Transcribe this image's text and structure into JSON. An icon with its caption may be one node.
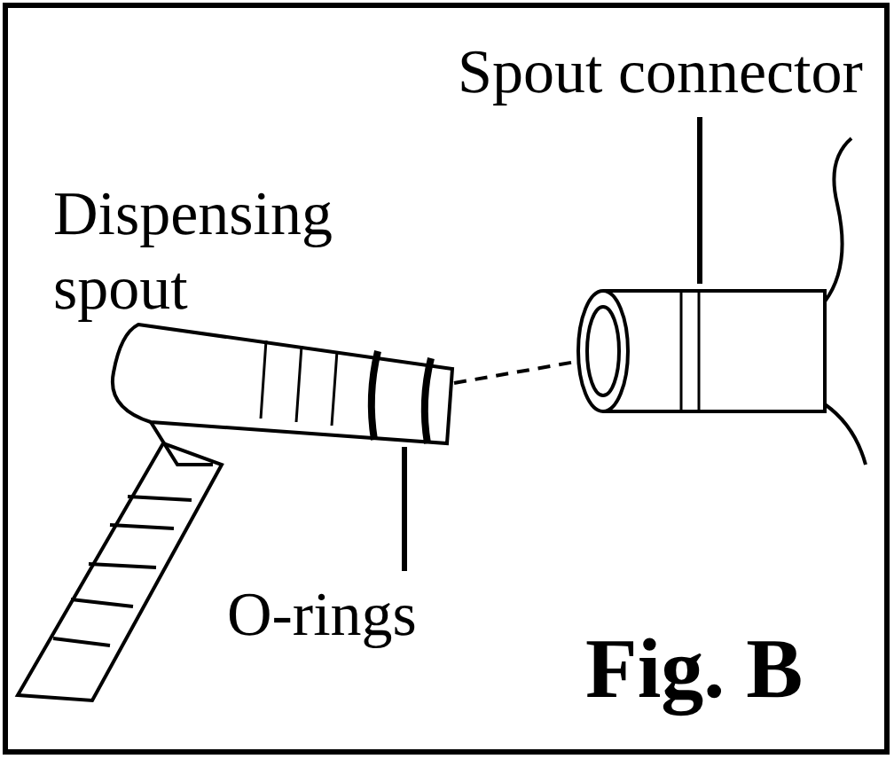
{
  "diagram": {
    "nodes": [
      {
        "text": [
          "Spout connector"
        ]
      },
      {
        "text": [],
        "shape": "cylinder"
      },
      {
        "text": [
          "O-rings"
        ]
      },
      {
        "text": [],
        "shape": "ring"
      }
    ],
    "edges": [
      {
        "from": 0,
        "to": 1,
        "arrow": "none"
      },
      {
        "from": 2,
        "to": 3,
        "arrow": "none"
      }
    ],
    "labels": [
      "Dispensing spout",
      "Fig. B"
    ]
  }
}
